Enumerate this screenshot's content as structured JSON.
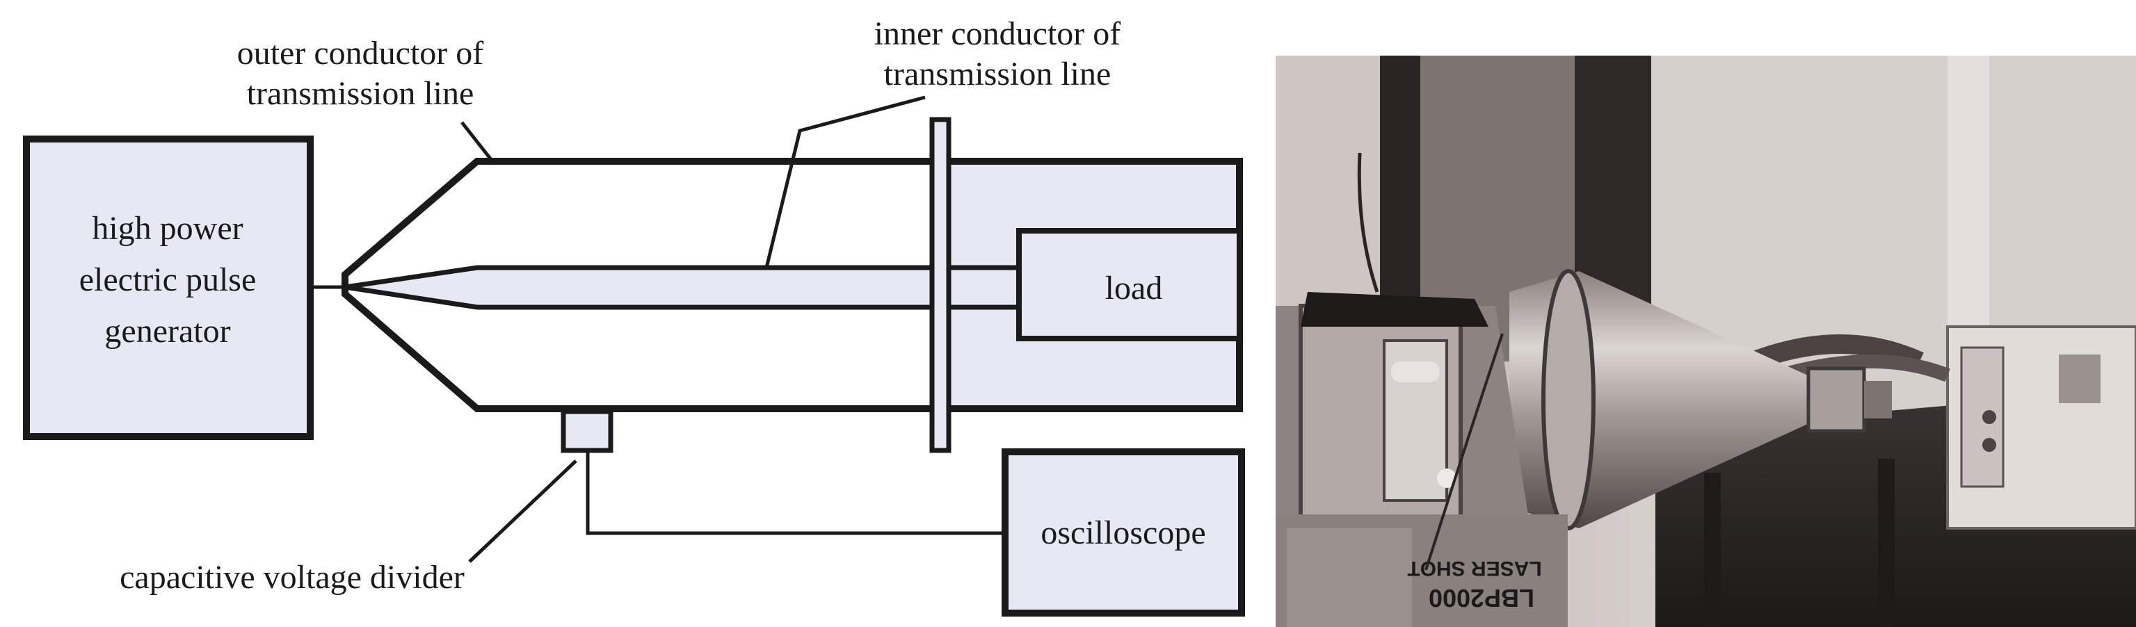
{
  "labels": {
    "outer_conductor_line1": "outer conductor of",
    "outer_conductor_line2": "transmission line",
    "inner_conductor_line1": "inner conductor of",
    "inner_conductor_line2": "transmission line",
    "generator_line1": "high power",
    "generator_line2": "electric pulse",
    "generator_line3": "generator",
    "load": "load",
    "oscilloscope": "oscilloscope",
    "divider": "capacitive voltage divider"
  },
  "photo": {
    "box_text_line1": "LASER SHOT",
    "box_text_line2": "LBP2000"
  }
}
